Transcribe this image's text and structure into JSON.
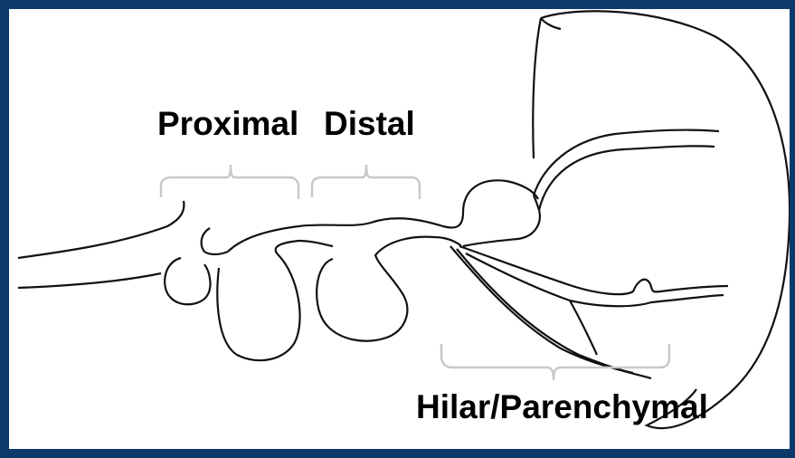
{
  "labels": {
    "proximal": "Proximal",
    "distal": "Distal",
    "hilar": "Hilar/Parenchymal"
  },
  "colors": {
    "background": "#0b3a6b",
    "panel": "#ffffff",
    "stroke": "#111111",
    "bracket": "#c8c8c8"
  }
}
